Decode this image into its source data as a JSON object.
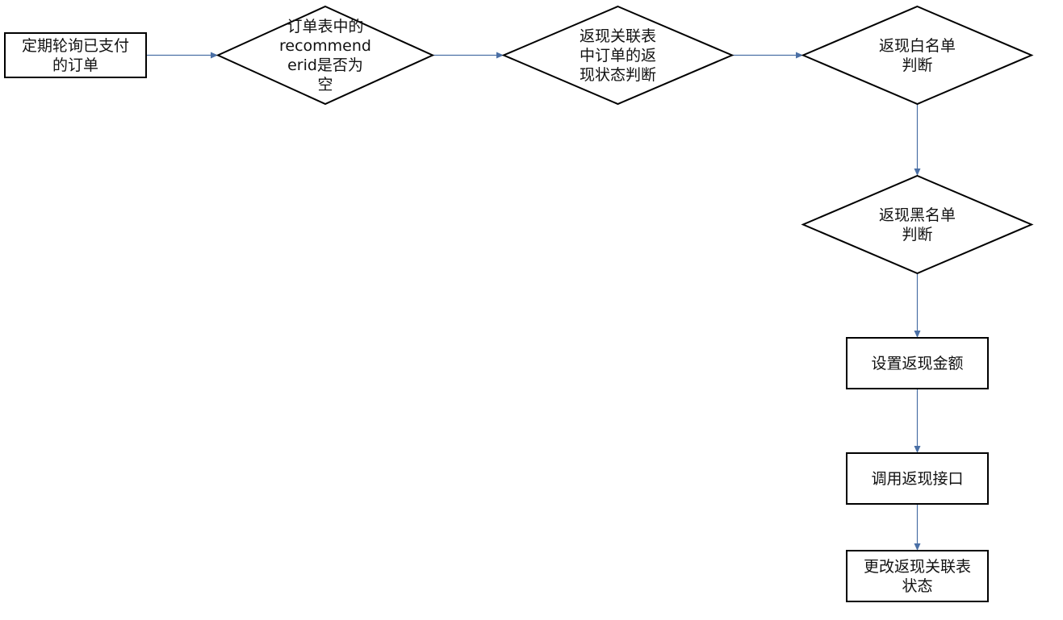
{
  "diagram": {
    "type": "flowchart",
    "nodes": [
      {
        "id": "n1",
        "shape": "rect",
        "label": "定期轮询已支付\n的订单"
      },
      {
        "id": "n2",
        "shape": "diamond",
        "label": "订单表中的\nrecommend\nerid是否为\n空"
      },
      {
        "id": "n3",
        "shape": "diamond",
        "label": "返现关联表\n中订单的返\n现状态判断"
      },
      {
        "id": "n4",
        "shape": "diamond",
        "label": "返现白名单\n判断"
      },
      {
        "id": "n5",
        "shape": "diamond",
        "label": "返现黑名单\n判断"
      },
      {
        "id": "n6",
        "shape": "rect",
        "label": "设置返现金额"
      },
      {
        "id": "n7",
        "shape": "rect",
        "label": "调用返现接口"
      },
      {
        "id": "n8",
        "shape": "rect",
        "label": "更改返现关联表\n状态"
      }
    ],
    "edges": [
      {
        "from": "n1",
        "to": "n2"
      },
      {
        "from": "n2",
        "to": "n3"
      },
      {
        "from": "n3",
        "to": "n4"
      },
      {
        "from": "n4",
        "to": "n5"
      },
      {
        "from": "n5",
        "to": "n6"
      },
      {
        "from": "n6",
        "to": "n7"
      },
      {
        "from": "n7",
        "to": "n8"
      }
    ]
  },
  "colors": {
    "node_stroke": "#000000",
    "node_fill": "#ffffff",
    "connector": "#4a6fa5",
    "text": "#111111"
  }
}
